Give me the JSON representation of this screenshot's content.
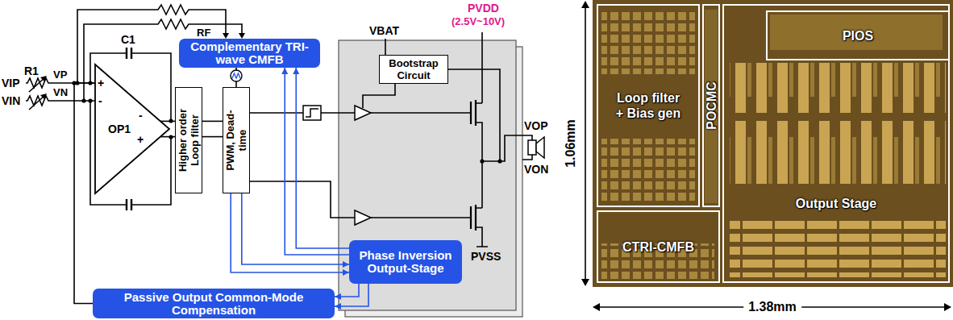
{
  "diagram": {
    "nodes": [
      {
        "text": [
          "Complementary TRI-wave CMFB"
        ]
      },
      {
        "text": [
          "OP1"
        ]
      },
      {
        "text": [
          "Higher order Loop filter"
        ]
      },
      {
        "text": [
          "PWM, Dead-time"
        ]
      },
      {
        "text": [
          "Bootstrap Circuit"
        ]
      },
      {
        "text": [
          "Phase Inversion Output-Stage"
        ]
      },
      {
        "text": [
          "Passive Output Common-Mode Compensation"
        ]
      },
      {
        "text": [
          "Loop filter + Bias gen"
        ]
      },
      {
        "text": [
          "POCMC"
        ]
      },
      {
        "text": [
          "Output Stage"
        ]
      },
      {
        "text": [
          "PIOS"
        ],
        "in": 9
      },
      {
        "text": [
          "CTRI-CMFB"
        ]
      }
    ],
    "edges": [
      {
        "from": 1,
        "to": 2,
        "arrow": "none"
      },
      {
        "from": 2,
        "to": 3,
        "arrow": "none"
      },
      {
        "from": 0,
        "to": 3,
        "arrow": "none"
      },
      {
        "from": 5,
        "to": 0,
        "arrow": "to"
      },
      {
        "from": 3,
        "to": 5,
        "arrow": "to"
      },
      {
        "from": 5,
        "to": 6,
        "arrow": "to"
      },
      {
        "from": 6,
        "to": 1,
        "arrow": "none"
      }
    ],
    "labels": [
      "RF",
      "C1",
      "R1",
      "VIP",
      "VIN",
      "VP",
      "VN",
      "+",
      "-",
      "-",
      "+",
      "VBAT",
      "PVDD",
      "(2.5V~10V)",
      "PVSS",
      "VOP",
      "VON",
      "1.06mm",
      "1.38mm"
    ]
  }
}
